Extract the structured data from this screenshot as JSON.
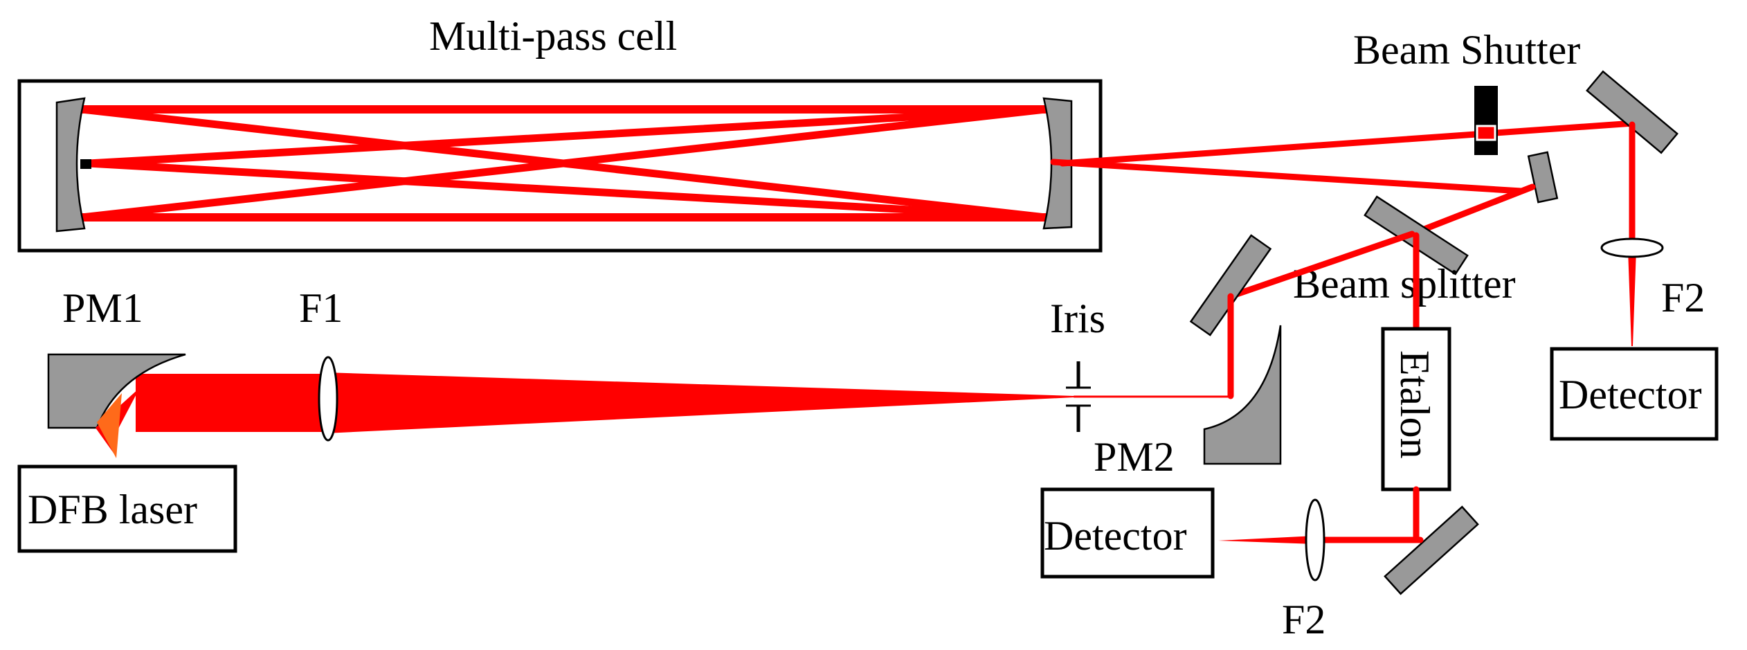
{
  "labels": {
    "multipass_cell": "Multi-pass cell",
    "beam_shutter": "Beam Shutter",
    "pm1": "PM1",
    "f1": "F1",
    "iris": "Iris",
    "beam_splitter": "Beam splitter",
    "f2_right": "F2",
    "detector_right": "Detector",
    "pm2": "PM2",
    "etalon": "Etalon",
    "dfb_laser": "DFB laser",
    "detector_bottom": "Detector",
    "f2_bottom": "F2"
  },
  "colors": {
    "beam": "#ff0000",
    "optic": "#999999",
    "outline": "#000000",
    "background": "#ffffff"
  }
}
